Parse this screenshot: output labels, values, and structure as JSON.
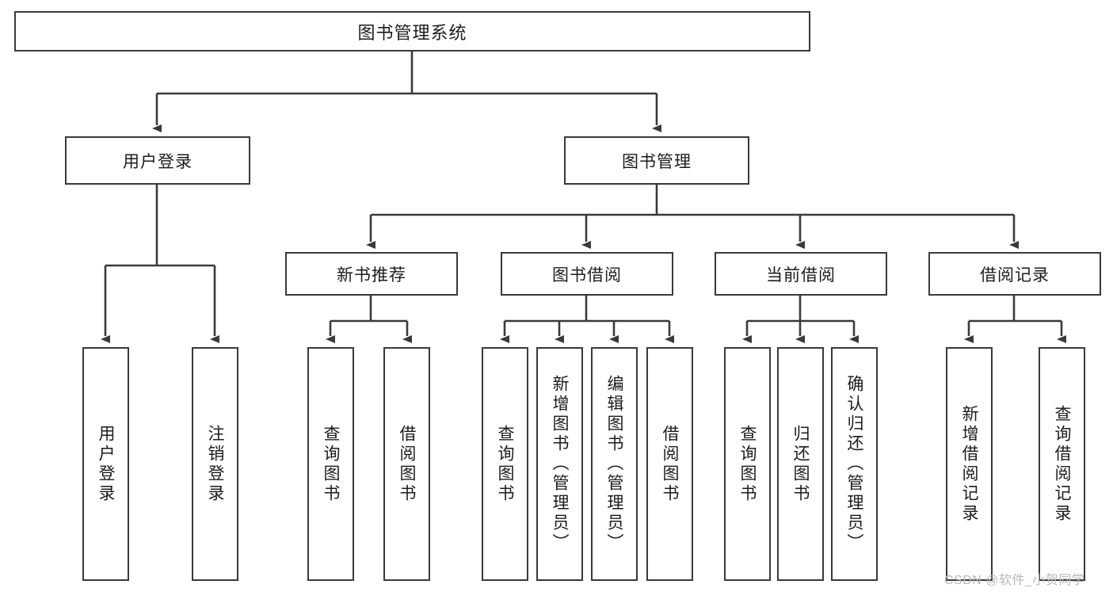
{
  "diagram": {
    "type": "tree-hierarchy-diagram",
    "title": "图书管理系统",
    "root": {
      "id": "root",
      "label": "图书管理系统",
      "orientation": "horizontal"
    },
    "level2": [
      {
        "id": "user-login",
        "label": "用户登录",
        "orientation": "horizontal"
      },
      {
        "id": "book-management",
        "label": "图书管理",
        "orientation": "horizontal"
      }
    ],
    "level3": [
      {
        "id": "new-book-recommend",
        "label": "新书推荐",
        "parent": "book-management",
        "orientation": "horizontal"
      },
      {
        "id": "book-borrow",
        "label": "图书借阅",
        "parent": "book-management",
        "orientation": "horizontal"
      },
      {
        "id": "current-borrow",
        "label": "当前借阅",
        "parent": "book-management",
        "orientation": "horizontal"
      },
      {
        "id": "borrow-record",
        "label": "借阅记录",
        "parent": "book-management",
        "orientation": "horizontal"
      }
    ],
    "leaves": [
      {
        "id": "leaf-user-login",
        "label": "用户登录",
        "parent": "user-login",
        "orientation": "vertical"
      },
      {
        "id": "leaf-user-logout",
        "label": "注销登录",
        "parent": "user-login",
        "orientation": "vertical"
      },
      {
        "id": "leaf-query-book-1",
        "label": "查询图书",
        "parent": "new-book-recommend",
        "orientation": "vertical"
      },
      {
        "id": "leaf-borrow-book-1",
        "label": "借阅图书",
        "parent": "new-book-recommend",
        "orientation": "vertical"
      },
      {
        "id": "leaf-query-book-2",
        "label": "查询图书",
        "parent": "book-borrow",
        "orientation": "vertical"
      },
      {
        "id": "leaf-add-book",
        "label": "新增图书（管理员）",
        "parent": "book-borrow",
        "orientation": "vertical"
      },
      {
        "id": "leaf-edit-book",
        "label": "编辑图书（管理员）",
        "parent": "book-borrow",
        "orientation": "vertical"
      },
      {
        "id": "leaf-borrow-book-2",
        "label": "借阅图书",
        "parent": "book-borrow",
        "orientation": "vertical"
      },
      {
        "id": "leaf-query-book-3",
        "label": "查询图书",
        "parent": "current-borrow",
        "orientation": "vertical"
      },
      {
        "id": "leaf-return-book",
        "label": "归还图书",
        "parent": "current-borrow",
        "orientation": "vertical"
      },
      {
        "id": "leaf-confirm-return",
        "label": "确认归还（管理员）",
        "parent": "current-borrow",
        "orientation": "vertical"
      },
      {
        "id": "leaf-add-record",
        "label": "新增借阅记录",
        "parent": "borrow-record",
        "orientation": "vertical"
      },
      {
        "id": "leaf-query-record",
        "label": "查询借阅记录",
        "parent": "borrow-record",
        "orientation": "vertical"
      }
    ],
    "watermark": "CSDN @软件_小贺同学",
    "colors": {
      "stroke": "#3a3a3a",
      "background": "#ffffff",
      "text": "#1c1c1c",
      "watermark": "#b8b8b8"
    }
  }
}
